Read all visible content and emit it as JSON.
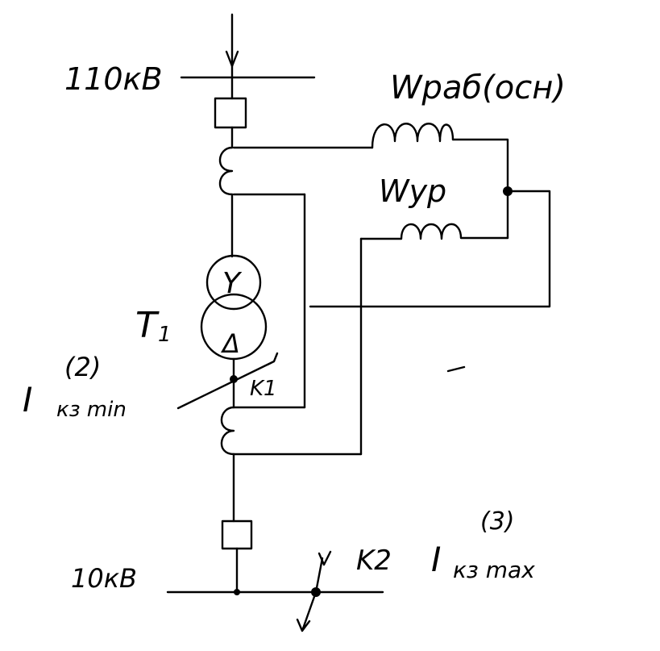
{
  "labels": {
    "hv_voltage": "110кВ",
    "lv_voltage": "10кВ",
    "transformer": "T",
    "transformer_sub": "1",
    "winding_primary": "Y",
    "winding_secondary": "Δ",
    "coil_work": "Wраб(осн)",
    "coil_balance": "Wур",
    "fault_k1": "K1",
    "fault_k2": "K2",
    "current_min_sup": "(2)",
    "current_min_sym": "I",
    "current_min_sub": "кз min",
    "current_max_sup": "(3)",
    "current_max_sym": "I",
    "current_max_sub": "кз max"
  }
}
